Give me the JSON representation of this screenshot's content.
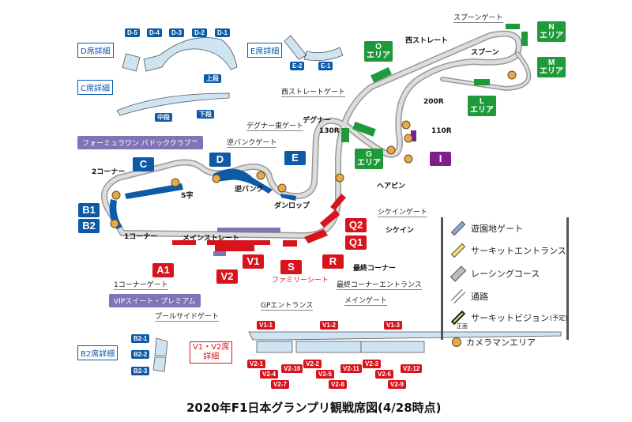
{
  "title": "2020年F1日本グランプリ観戦席図(4/28時点)",
  "details": {
    "d": "D席詳細",
    "e": "E席詳細",
    "c": "C席詳細",
    "b2": "B2席詳細",
    "v": "V1・V2席\n詳細"
  },
  "d_sections": [
    "D-5",
    "D-4",
    "D-3",
    "D-2",
    "D-1"
  ],
  "e_sections": [
    "E-2",
    "E-1"
  ],
  "c_sections": {
    "upper": "上段",
    "middle": "中段",
    "lower": "下段"
  },
  "b2_sections": [
    "B2-1",
    "B2-2",
    "B2-3"
  ],
  "v1_sections": [
    "V1-1",
    "V1-2",
    "V1-3"
  ],
  "v2_sections": [
    "V2-1",
    "V2-4",
    "V2-7",
    "V2-10",
    "V2-2",
    "V2-5",
    "V2-8",
    "V2-11",
    "V2-3",
    "V2-6",
    "V2-9",
    "V2-12"
  ],
  "stands": {
    "C": "C",
    "D": "D",
    "E": "E",
    "B1": "B1",
    "B2": "B2",
    "A1": "A1",
    "V1": "V1",
    "V2": "V2",
    "S": "S",
    "R": "R",
    "Q1": "Q1",
    "Q2": "Q2",
    "I": "I"
  },
  "areas": {
    "O": "O",
    "N": "N",
    "M": "M",
    "L": "L",
    "G": "G",
    "suffix": "エリア"
  },
  "hospitality": {
    "paddock": "フォーミュラワン パドッククラブ™",
    "vip": "VIPスイート・プレミアム",
    "family": "ファミリーシート"
  },
  "corners": {
    "c2": "2コーナー",
    "c1": "1コーナー",
    "s": "S字",
    "reverse_bank": "逆バンク",
    "dunlop": "ダンロップ",
    "degner": "デグナー",
    "r130": "130R",
    "r200": "200R",
    "r110": "110R",
    "hairpin": "ヘアピン",
    "spoon": "スプーン",
    "west_straight": "西ストレート",
    "main_straight": "メインストレート",
    "chicane": "シケイン",
    "final_corner": "最終コーナー"
  },
  "gates": {
    "west_straight": "西ストレートゲート",
    "degner_east": "デグナー東ゲート",
    "reverse_bank": "逆バンクゲート",
    "spoon": "スプーンゲート",
    "chicane": "シケインゲート",
    "final_corner_entrance": "最終コーナーエントランス",
    "main": "メインゲート",
    "gp_entrance": "GPエントランス",
    "corner1": "1コーナーゲート",
    "poolside": "プールサイドゲート"
  },
  "legend": [
    {
      "label": "遊園地ゲート",
      "color": "#8fa8d4"
    },
    {
      "label": "サーキットエントランス",
      "color": "#f2dc72"
    },
    {
      "label": "レーシングコース",
      "color": "#bbbbbb"
    },
    {
      "label": "通路",
      "color": "#ffffff"
    },
    {
      "label": "サーキットビジョン",
      "note": "(予定)",
      "sub": "正面",
      "color": "#f2dc72"
    },
    {
      "label": "カメラマンエリア",
      "color": "#e6a94f"
    }
  ],
  "colors": {
    "blue": "#0d5aa7",
    "red": "#d7141c",
    "green": "#1f9a3a",
    "purple": "#7e1f8c",
    "lavender": "#8073b6",
    "track": "#bbbbbb"
  }
}
